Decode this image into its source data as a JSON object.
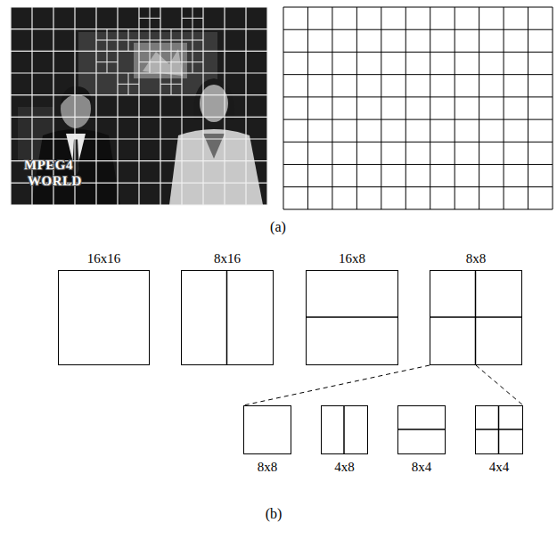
{
  "diagram": {
    "nodes": [
      {
        "text": [
          "16x16"
        ]
      },
      {
        "text": [
          "8x16"
        ]
      },
      {
        "text": [
          "16x8"
        ]
      },
      {
        "text": [
          "8x8"
        ]
      },
      {
        "text": [
          "8x8"
        ]
      },
      {
        "text": [
          "4x8"
        ]
      },
      {
        "text": [
          "8x4"
        ]
      },
      {
        "text": [
          "4x4"
        ]
      }
    ],
    "edges": [
      {
        "from": 3,
        "to": 4,
        "arrow": "none"
      },
      {
        "from": 3,
        "to": 7,
        "arrow": "none"
      }
    ],
    "labels": [
      "MPEG4",
      "WORLD",
      "(a)",
      "(b)"
    ]
  }
}
